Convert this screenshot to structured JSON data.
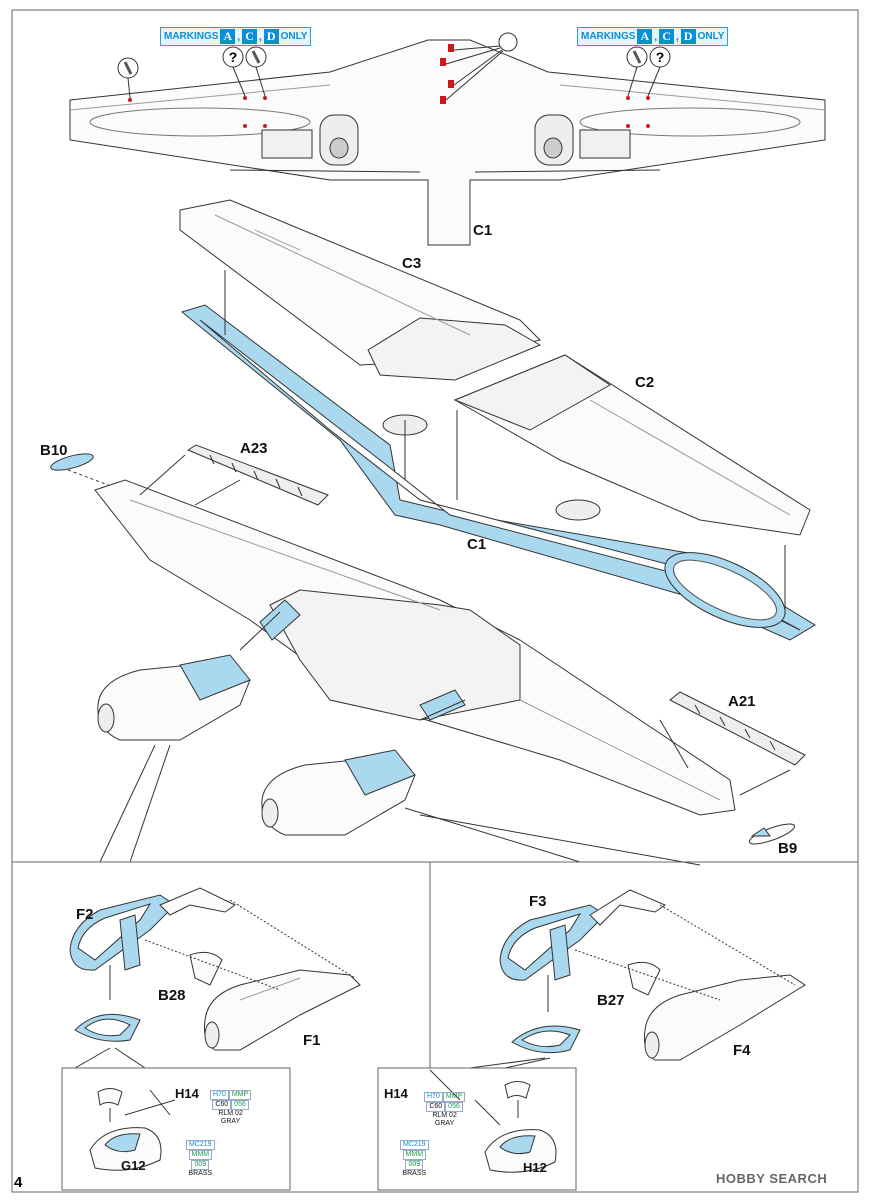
{
  "markings_left": {
    "prefix": "MARKINGS",
    "a": "A",
    "c": "C",
    "d": "D",
    "suffix": "ONLY"
  },
  "markings_right": {
    "prefix": "MARKINGS",
    "a": "A",
    "c": "C",
    "d": "D",
    "suffix": "ONLY"
  },
  "labels": {
    "c1_top": "C1",
    "c3": "C3",
    "c2": "C2",
    "b10": "B10",
    "a23": "A23",
    "c1_mid": "C1",
    "a21": "A21",
    "b9": "B9",
    "f2": "F2",
    "b28": "B28",
    "f1": "F1",
    "f3": "F3",
    "b27": "B27",
    "f4": "F4",
    "h14_left": "H14",
    "g12": "G12",
    "h14_right": "H14",
    "h12": "H12"
  },
  "paint_left": {
    "h70": "H70",
    "mmp": "MMP",
    "c60": "C60",
    "mmp_num": "056",
    "rlm": "RLM 02",
    "gray": "GRAY",
    "mc": "MC219",
    "mmm": "MMM",
    "mmm_num": "009",
    "brass": "BRASS"
  },
  "paint_right": {
    "h70": "H70",
    "mmp": "MMP",
    "c60": "C60",
    "mmp_num": "056",
    "rlm": "RLM 02",
    "gray": "GRAY",
    "mc": "MC219",
    "mmm": "MMM",
    "mmm_num": "009",
    "brass": "BRASS"
  },
  "symbols": {
    "question": "?"
  },
  "page_number": "4",
  "watermark": "HOBBY SEARCH",
  "colors": {
    "highlight": "#a9d8ef",
    "marking": "#0a8fd6",
    "red_mark": "#cc1a1a",
    "line": "#333333"
  }
}
